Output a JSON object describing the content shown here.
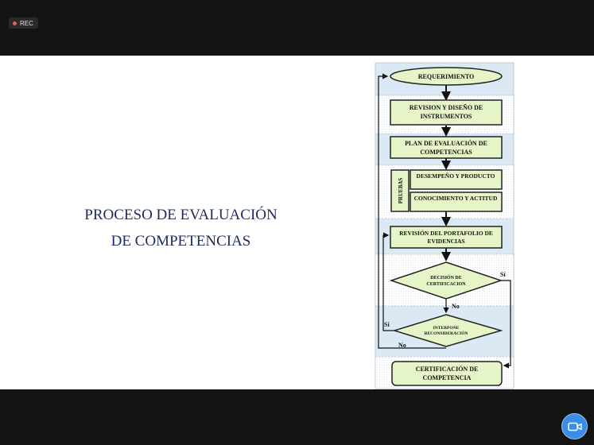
{
  "recording": {
    "label": "REC"
  },
  "slide": {
    "title_line1": "PROCESO DE EVALUACIÓN",
    "title_line2": "DE COMPETENCIAS"
  },
  "flowchart": {
    "requerimiento": "REQUERIMIENTO",
    "revision_line1": "REVISION Y DISEÑO DE",
    "revision_line2": "INSTRUMENTOS",
    "plan_line1": "PLAN DE EVALUACIÓN DE",
    "plan_line2": "COMPETENCIAS",
    "pruebas": "PRUEBAS",
    "desempeno": "DESEMPEÑO Y PRODUCTO",
    "conocimiento": "CONOCIMIENTO Y ACTITUD",
    "portafolio_line1": "REVISIÓN DEL PORTAFOLIO DE",
    "portafolio_line2": "EVIDENCIAS",
    "decision_line1": "DECISIÓN DE",
    "decision_line2": "CERTIFICACION",
    "interpone_line1": "INTERPONE",
    "interpone_line2": "RECONSIDERACIÓN",
    "certificacion_line1": "CERTIFICACIÓN DE",
    "certificacion_line2": "COMPETENCIA",
    "label_si_decision": "Sí",
    "label_no_decision": "No",
    "label_si_interpone": "Sí",
    "label_no_interpone": "No"
  },
  "colors": {
    "box_fill": "#e6f5c7",
    "band_fill": "#dbe9f4",
    "title_color": "#1f2a5e",
    "camera_button": "#3a8ee6"
  },
  "icons": {
    "camera_button": "video-camera-icon"
  }
}
